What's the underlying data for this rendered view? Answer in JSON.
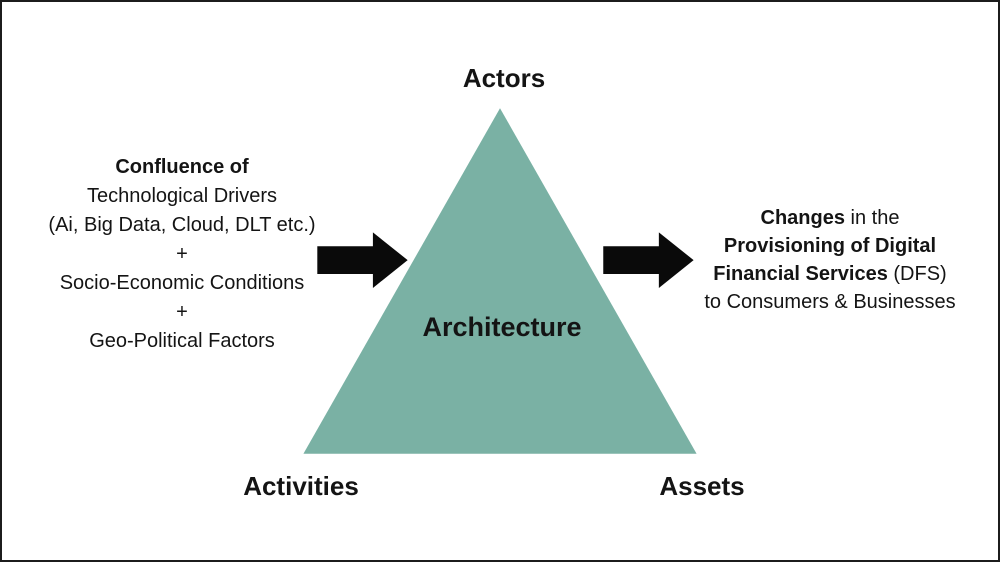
{
  "diagram": {
    "colors": {
      "triangle_fill": "#7ab1a4",
      "arrow_fill": "#0a0a0a",
      "border": "#1c1c1c",
      "text": "#141414"
    },
    "triangle": {
      "top_label": "Actors",
      "center_label": "Architecture",
      "bottom_left_label": "Activities",
      "bottom_right_label": "Assets"
    },
    "left_block": {
      "title": "Confluence of",
      "lines": [
        "Technological Drivers",
        "(Ai, Big Data, Cloud, DLT etc.)",
        "+",
        "Socio-Economic Conditions",
        "+",
        "Geo-Political Factors"
      ]
    },
    "right_block": {
      "line1_bold": "Changes",
      "line1_rest": " in the",
      "line2_bold": "Provisioning of Digital",
      "line3_bold": "Financial Services",
      "line3_rest": " (DFS)",
      "line4": "to Consumers & Businesses"
    }
  }
}
